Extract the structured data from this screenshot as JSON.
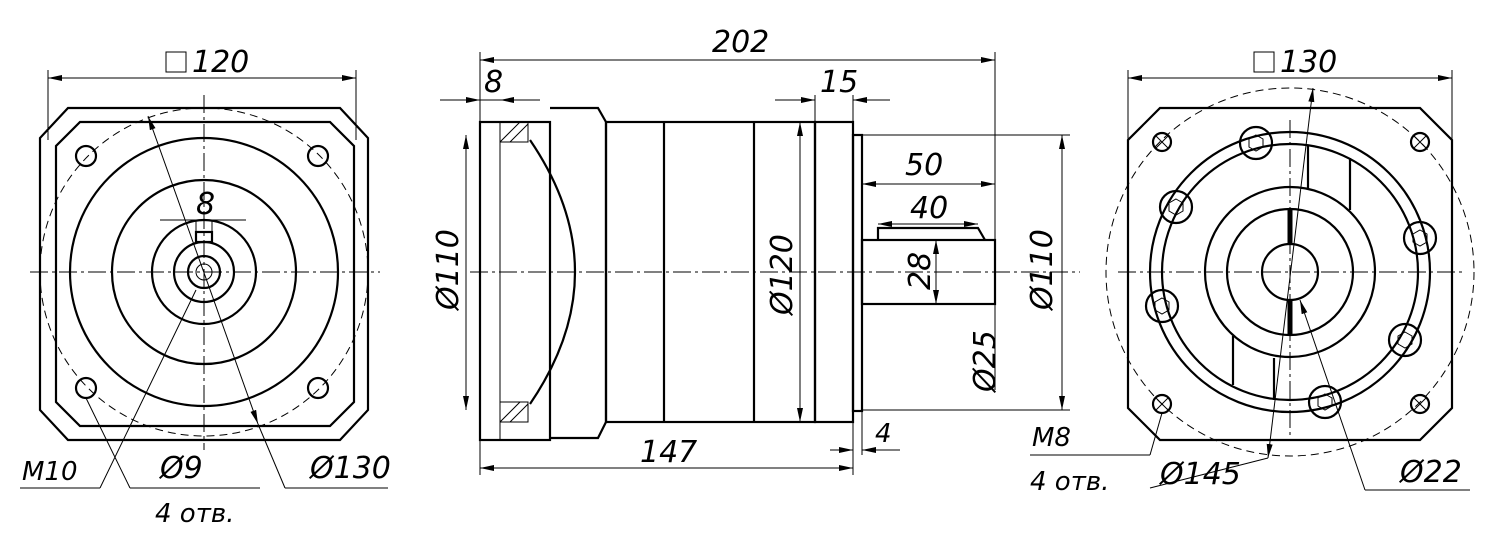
{
  "left_view": {
    "square": "120",
    "key_width": "8",
    "bolt": "M10",
    "bore": "Ø9",
    "pcd": "Ø130",
    "holes": "4 отв."
  },
  "side_view": {
    "length_total": "202",
    "flange_thk": "8",
    "rear_len": "15",
    "shaft_len": "50",
    "key_len": "40",
    "key_height": "28",
    "pilot_in": "Ø110",
    "body_dia": "Ø120",
    "shaft_dia": "Ø25",
    "pilot_out": "Ø110",
    "body_len": "147",
    "spigot": "4"
  },
  "right_view": {
    "square": "130",
    "bolt": "M8",
    "holes": "4 отв.",
    "pcd": "Ø145",
    "bore": "Ø22"
  }
}
